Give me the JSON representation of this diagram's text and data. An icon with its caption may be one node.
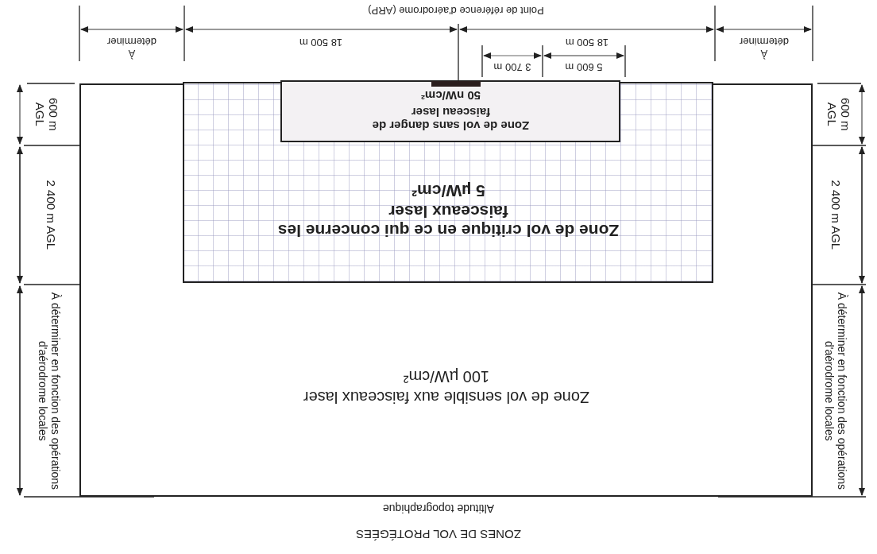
{
  "diagram": {
    "title": "ZONES DE VOL PROTÉGÉES",
    "nodes": [
      {
        "text": [
          "Zone de vol sensible aux faisceaux laser",
          "100 µW/cm²"
        ]
      },
      {
        "text": [
          "Zone de vol critique en ce qui concerne les faisceaux laser",
          "5 µW/cm²"
        ],
        "in": 0
      },
      {
        "text": [
          "Zone de vol sans danger de faisceau laser",
          "50 nW/cm²"
        ],
        "in": 1
      }
    ],
    "edges": [],
    "labels": [
      "Altitude topographique",
      "À déterminer en fonction des opérations d'aérodrome locales",
      "2 400 m AGL",
      "600 m AGL",
      "À déterminer en fonction des opérations d'aérodrome locales",
      "2 400 m AGL",
      "600 m AGL",
      "5 600 m",
      "3 700 m",
      "À déterminer",
      "18 500 m",
      "18 500 m",
      "À déterminer",
      "Point de référence d'aérodrome (ARP)"
    ]
  }
}
